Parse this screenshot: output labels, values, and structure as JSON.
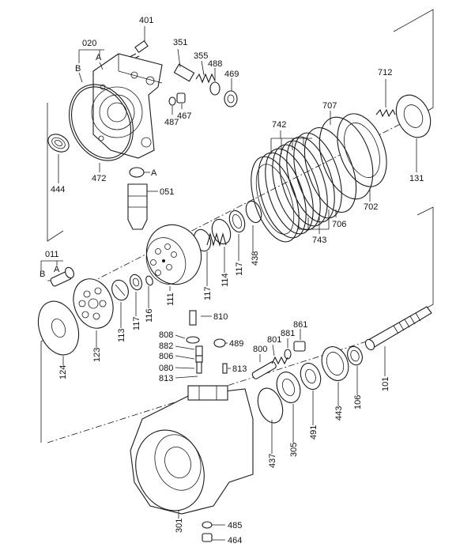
{
  "labels": {
    "p401": "401",
    "p020": "020",
    "pB1": "B",
    "pA1": "A",
    "p351": "351",
    "p355": "355",
    "p488": "488",
    "p469": "469",
    "p487": "487",
    "p467": "467",
    "p472": "472",
    "p444": "444",
    "pA2": "A",
    "p051": "051",
    "p712": "712",
    "p707": "707",
    "p742": "742",
    "p131": "131",
    "p702": "702",
    "p706": "706",
    "p743": "743",
    "p438": "438",
    "p117a": "117",
    "p114": "114",
    "p117b": "117",
    "p011": "011",
    "pA3": "A",
    "pB2": "B",
    "p111": "111",
    "p116": "116",
    "p117c": "117",
    "p113": "113",
    "p123": "123",
    "p124": "124",
    "p810": "810",
    "p808": "808",
    "p489": "489",
    "p882": "882",
    "p806": "806",
    "p080": "080",
    "p813a": "813",
    "p813b": "813",
    "p800": "800",
    "p801": "801",
    "p881": "881",
    "p861": "861",
    "p101": "101",
    "p106": "106",
    "p443": "443",
    "p491": "491",
    "p305": "305",
    "p437": "437",
    "p301": "301",
    "p485": "485",
    "p464": "464"
  },
  "colors": {
    "ink": "#1a1a1a",
    "paper": "#ffffff",
    "shade": "#d9d9d9"
  }
}
